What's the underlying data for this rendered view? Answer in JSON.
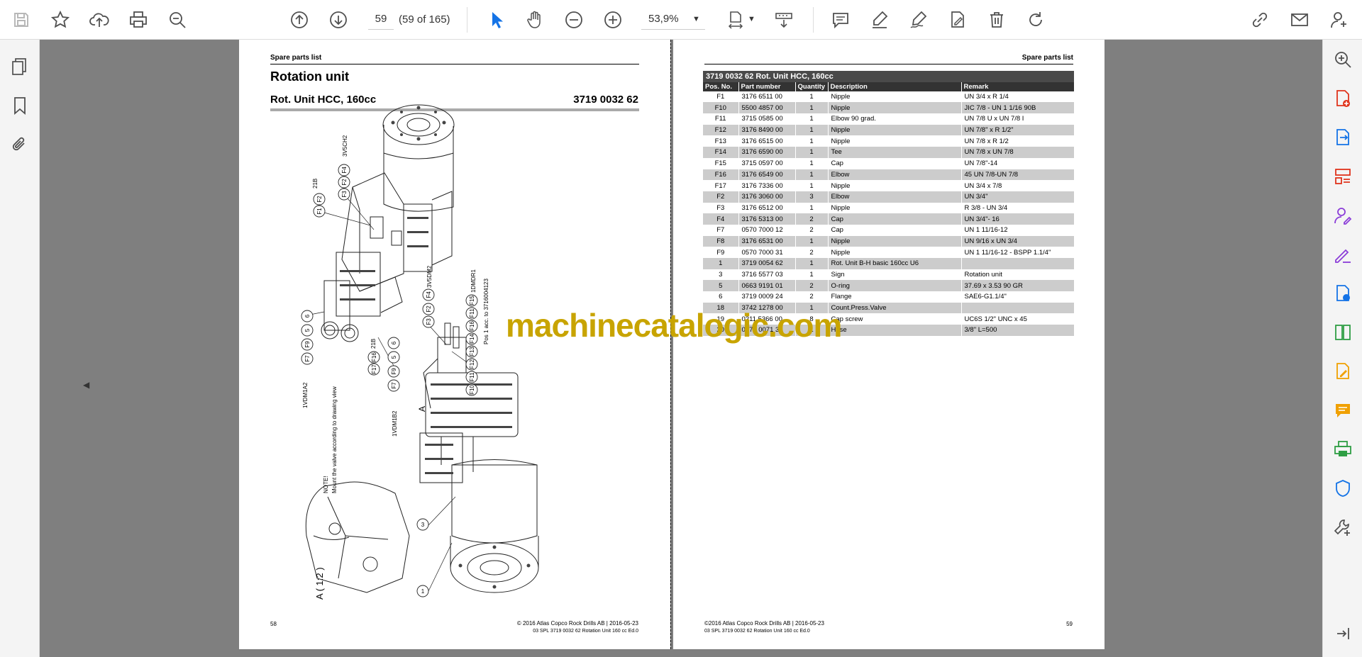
{
  "toolbar": {
    "page_number": "59",
    "page_count": "(59 of 165)",
    "zoom": "53,9%"
  },
  "left_page": {
    "header": "Spare parts list",
    "title": "Rotation unit",
    "subtitle": "Rot. Unit HCC, 160cc",
    "code": "3719 0032 62",
    "page_number": "58",
    "footer_line1": "© 2016 Atlas Copco Rock Drills AB | 2016-05-23",
    "footer_line2": "03 SPL 3719 0032 62 Rotation Unit 160 cc Ed.0",
    "drawing_labels": {
      "b21a": "21B",
      "b21b": "21B",
      "v3a": "3V5CH2",
      "v3b": "3V5DM2",
      "dmr": "1DMDR1",
      "vdm1": "1VDM1A2",
      "vdm2": "1VDM1B2",
      "pos": "Pos 1 acc. to 3716004123",
      "note1": "NOTE!",
      "note2": "Mount the valve according to drawing view",
      "detail": "A ( 1:2 )",
      "a": "A",
      "c1": "F1",
      "c2": "F2",
      "c3": "F3",
      "c4": "F2",
      "c5": "F4",
      "c6": "6",
      "c7": "5",
      "c8": "F9",
      "c9": "F7",
      "c10": "6",
      "c11": "5",
      "c12": "F9",
      "c13": "F7",
      "c14": "F4",
      "c15": "F2",
      "c16": "F3",
      "c17": "F15",
      "c18": "F11",
      "c19": "F16",
      "c20": "F14",
      "c21": "F13",
      "c22": "F12",
      "c23": "F11",
      "c24": "F10",
      "c25": "F17",
      "c26": "F16",
      "c27": "3",
      "c28": "1"
    }
  },
  "right_page": {
    "header": "Spare parts list",
    "page_number": "59",
    "footer_line1": "©2016 Atlas Copco Rock Drills AB | 2016-05-23",
    "footer_line2": "03 SPL 3719 0032 62 Rotation Unit 160 cc Ed.0",
    "table_caption": "3719 0032 62  Rot. Unit HCC, 160cc",
    "columns": [
      "Pos. No.",
      "Part number",
      "Quantity",
      "Description",
      "Remark"
    ],
    "rows": [
      [
        "F1",
        "3176 6511 00",
        "1",
        "Nipple",
        "UN 3/4 x R 1/4"
      ],
      [
        "F10",
        "5500 4857 00",
        "1",
        "Nipple",
        "JIC 7/8 - UN 1 1/16 90B"
      ],
      [
        "F11",
        "3715 0585 00",
        "1",
        "Elbow 90 grad.",
        "UN 7/8 U x UN 7/8 I"
      ],
      [
        "F12",
        "3176 8490 00",
        "1",
        "Nipple",
        "UN 7/8\" x R 1/2\""
      ],
      [
        "F13",
        "3176 6515 00",
        "1",
        "Nipple",
        "UN 7/8 x R 1/2"
      ],
      [
        "F14",
        "3176 6590 00",
        "1",
        "Tee",
        "UN 7/8 x UN 7/8"
      ],
      [
        "F15",
        "3715 0597 00",
        "1",
        "Cap",
        "UN 7/8\"-14"
      ],
      [
        "F16",
        "3176 6549 00",
        "1",
        "Elbow",
        "45 UN 7/8-UN 7/8"
      ],
      [
        "F17",
        "3176 7336 00",
        "1",
        "Nipple",
        "UN 3/4 x 7/8"
      ],
      [
        "F2",
        "3176 3060 00",
        "3",
        "Elbow",
        "UN 3/4\""
      ],
      [
        "F3",
        "3176 6512 00",
        "1",
        "Nipple",
        "R 3/8 - UN 3/4"
      ],
      [
        "F4",
        "3176 5313 00",
        "2",
        "Cap",
        "UN 3/4\"- 16"
      ],
      [
        "F7",
        "0570 7000 12",
        "2",
        "Cap",
        "UN 1 11/16-12"
      ],
      [
        "F8",
        "3176 6531 00",
        "1",
        "Nipple",
        "UN 9/16 x UN 3/4"
      ],
      [
        "F9",
        "0570 7000 31",
        "2",
        "Nipple",
        "UN 1 11/16-12 - BSPP 1.1/4\""
      ],
      [
        "1",
        "3719 0054 62",
        "1",
        "Rot. Unit B-H basic 160cc U6",
        ""
      ],
      [
        "3",
        "3716 5577 03",
        "1",
        "Sign",
        "Rotation unit"
      ],
      [
        "5",
        "0663 9191 01",
        "2",
        "O-ring",
        "37.69 x 3.53 90 GR"
      ],
      [
        "6",
        "3719 0009 24",
        "2",
        "Flange",
        "SAE6-G1.1/4\""
      ],
      [
        "18",
        "3742 1278 00",
        "1",
        "Count.Press.Valve",
        ""
      ],
      [
        "19",
        "0211 5366 00",
        "8",
        "Cap screw",
        "UC6S 1/2\" UNC x 45"
      ],
      [
        "20",
        "0570 0071 32",
        "1",
        "Hose",
        "3/8\" L=500"
      ]
    ]
  },
  "watermark": "machinecatalogic.com",
  "colors": {
    "accent": "#1473e6",
    "tool_icon": "#505050",
    "rail_red": "#e0341c",
    "rail_purple": "#8b3dd8"
  }
}
